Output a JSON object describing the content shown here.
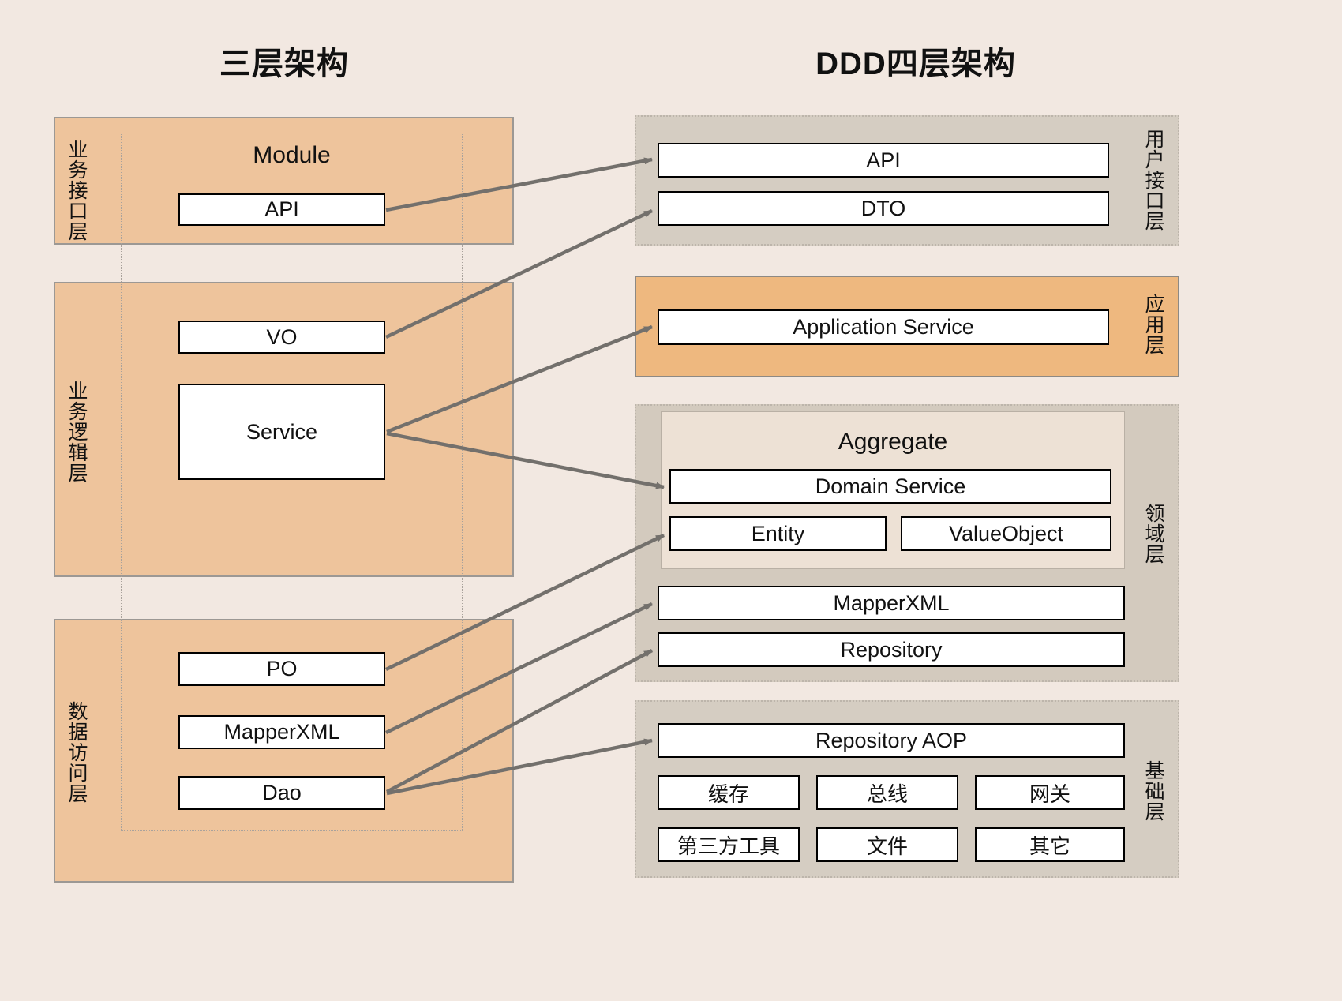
{
  "titles": {
    "left": "三层架构",
    "right": "DDD四层架构"
  },
  "left_architecture": {
    "module_label": "Module",
    "layers": [
      {
        "id": "business-interface",
        "vertical_label": "业务接口层",
        "items": [
          {
            "label": "API"
          }
        ]
      },
      {
        "id": "business-logic",
        "vertical_label": "业务逻辑层",
        "items": [
          {
            "label": "VO"
          },
          {
            "label": "Service"
          }
        ]
      },
      {
        "id": "data-access",
        "vertical_label": "数据访问层",
        "items": [
          {
            "label": "PO"
          },
          {
            "label": "MapperXML"
          },
          {
            "label": "Dao"
          }
        ]
      }
    ]
  },
  "right_architecture": {
    "aggregate_label": "Aggregate",
    "layers": [
      {
        "id": "user-interface",
        "vertical_label": "用户接口层",
        "items": [
          {
            "label": "API"
          },
          {
            "label": "DTO"
          }
        ]
      },
      {
        "id": "application",
        "vertical_label": "应用层",
        "items": [
          {
            "label": "Application Service"
          }
        ]
      },
      {
        "id": "domain",
        "vertical_label": "领域层",
        "items": [
          {
            "label": "Domain Service"
          },
          {
            "label": "Entity"
          },
          {
            "label": "ValueObject"
          },
          {
            "label": "MapperXML"
          },
          {
            "label": "Repository"
          }
        ]
      },
      {
        "id": "infrastructure",
        "vertical_label": "基础层",
        "items": [
          {
            "label": "Repository AOP"
          },
          {
            "label": "缓存"
          },
          {
            "label": "总线"
          },
          {
            "label": "网关"
          },
          {
            "label": "第三方工具"
          },
          {
            "label": "文件"
          },
          {
            "label": "其它"
          }
        ]
      }
    ]
  },
  "mappings": [
    {
      "from": "API",
      "to": "API"
    },
    {
      "from": "VO",
      "to": "DTO"
    },
    {
      "from": "Service",
      "to": "Application Service"
    },
    {
      "from": "Service",
      "to": "Domain Service"
    },
    {
      "from": "PO",
      "to": "Entity"
    },
    {
      "from": "MapperXML",
      "to": "MapperXML"
    },
    {
      "from": "Dao",
      "to": "Repository"
    },
    {
      "from": "Dao",
      "to": "Repository AOP"
    }
  ],
  "colors": {
    "background": "#f2e8e1",
    "left_layer_fill": "#eec49c",
    "application_layer_fill": "#eeb87f",
    "neutral_layer_fill": "#d5cdc2",
    "domain_layer_fill": "#d3cabe",
    "aggregate_fill": "#ede1d5",
    "box_fill": "#ffffff",
    "border": "#9c9894",
    "arrow": "#73706c"
  }
}
